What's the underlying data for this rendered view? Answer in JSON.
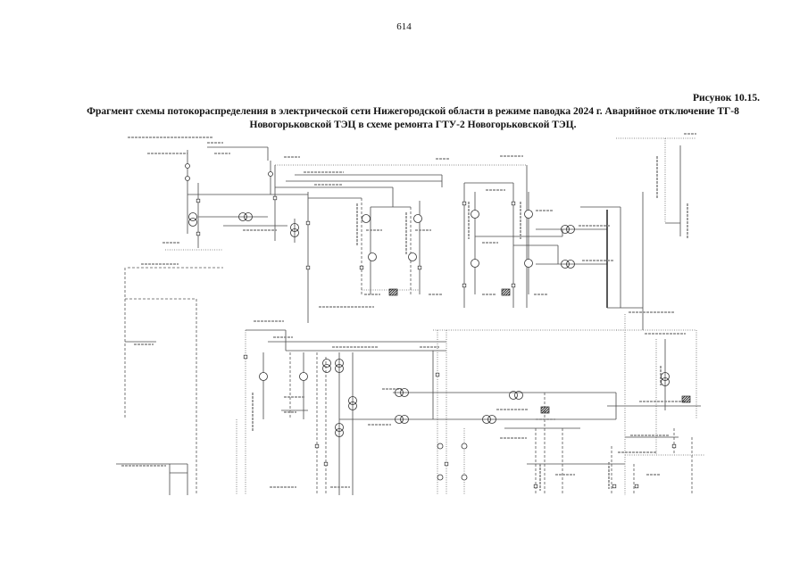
{
  "page_number": "614",
  "figure": {
    "label": "Рисунок 10.15.",
    "title_lines": [
      "Фрагмент схемы потокораспределения в электрической сети Нижегородской области в режиме паводка 2024 г. Аварийное отключение ТГ-8",
      "Новогорьковской ТЭЦ в схеме ремонта ГТУ-2 Новогорьковской ТЭЦ."
    ]
  }
}
